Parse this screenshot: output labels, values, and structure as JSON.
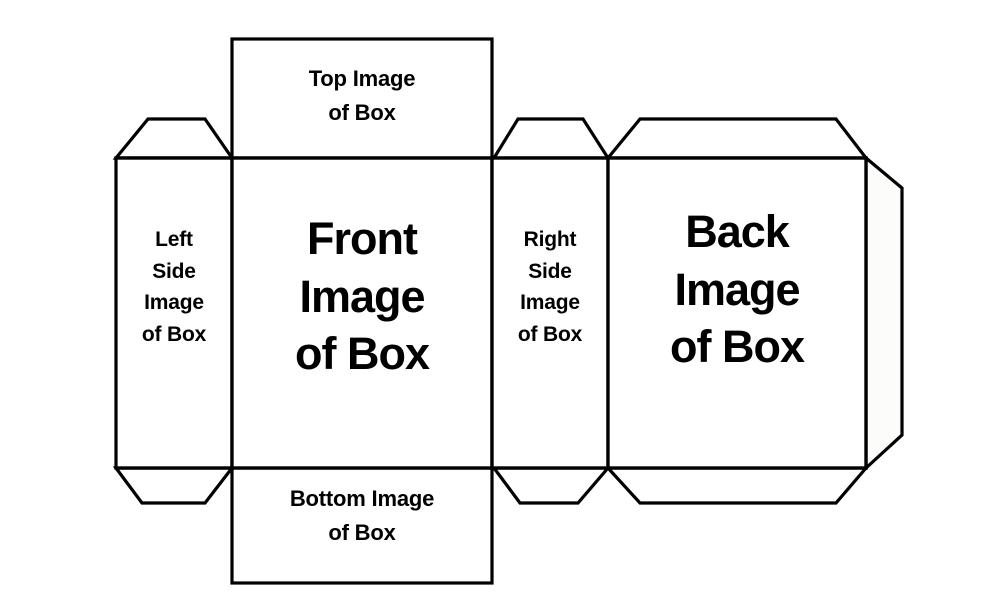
{
  "document": {
    "kind": "box-die-cut-template",
    "background_color": "#ffffff",
    "line_color": "#000000"
  },
  "panels": {
    "top": {
      "name": "top-panel",
      "label": "Top Image\nof Box",
      "text_size": "small"
    },
    "bottom": {
      "name": "bottom-panel",
      "label": "Bottom Image\nof Box",
      "text_size": "small"
    },
    "front": {
      "name": "front-panel",
      "label": "Front\nImage\nof Box",
      "text_size": "big"
    },
    "back": {
      "name": "back-panel",
      "label": "Back\nImage\nof Box",
      "text_size": "big"
    },
    "left_side": {
      "name": "left-side-panel",
      "label": "Left\nSide\nImage\nof Box",
      "text_size": "small"
    },
    "right_side": {
      "name": "right-side-panel",
      "label": "Right\nSide\nImage\nof Box",
      "text_size": "small"
    },
    "glue_flap": {
      "name": "glue-flap",
      "label": ""
    }
  },
  "flaps": {
    "top_left": {
      "name": "top-flap-left-side"
    },
    "top_right": {
      "name": "top-flap-right-side"
    },
    "top_back": {
      "name": "top-flap-back"
    },
    "bottom_left": {
      "name": "bottom-flap-left-side"
    },
    "bottom_right": {
      "name": "bottom-flap-right-side"
    },
    "bottom_back": {
      "name": "bottom-flap-back"
    }
  }
}
